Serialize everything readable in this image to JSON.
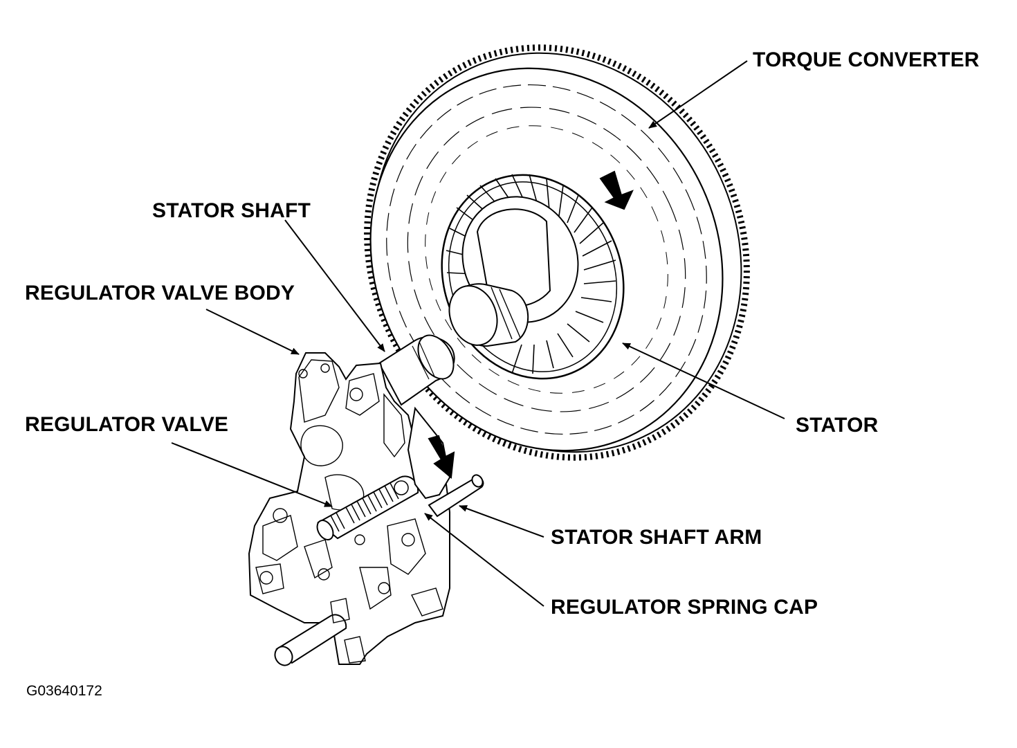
{
  "labels": {
    "torque_converter": "TORQUE CONVERTER",
    "stator_shaft": "STATOR SHAFT",
    "regulator_valve_body": "REGULATOR VALVE BODY",
    "regulator_valve": "REGULATOR VALVE",
    "stator": "STATOR",
    "stator_shaft_arm": "STATOR SHAFT ARM",
    "regulator_spring_cap": "REGULATOR SPRING CAP"
  },
  "figure_code": "G03640172",
  "colors": {
    "ink": "#000000",
    "paper": "#ffffff"
  }
}
